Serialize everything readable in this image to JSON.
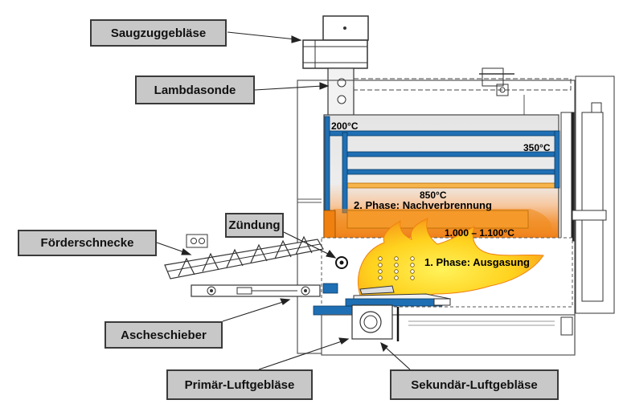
{
  "callouts": {
    "saugzug": "Saugzuggebläse",
    "lambda": "Lambdasonde",
    "zuendung": "Zündung",
    "foerder": "Förderschnecke",
    "asche": "Ascheschieber",
    "primaer": "Primär-Luftgebläse",
    "sekundaer": "Sekundär-Luftgebläse"
  },
  "temperatures": {
    "t200": "200°C",
    "t350": "350°C",
    "t850": "850°C",
    "t1000": "1.000 – 1.100°C"
  },
  "phases": {
    "phase2": "2. Phase:  Nachverbrennung",
    "phase1": "1. Phase:  Ausgasung"
  },
  "colors": {
    "tube_blue": "#1f6fb4",
    "flame_orange": "#f08010",
    "flame_yellow": "#ffd21e",
    "callout_fill": "#c8c8c8"
  }
}
